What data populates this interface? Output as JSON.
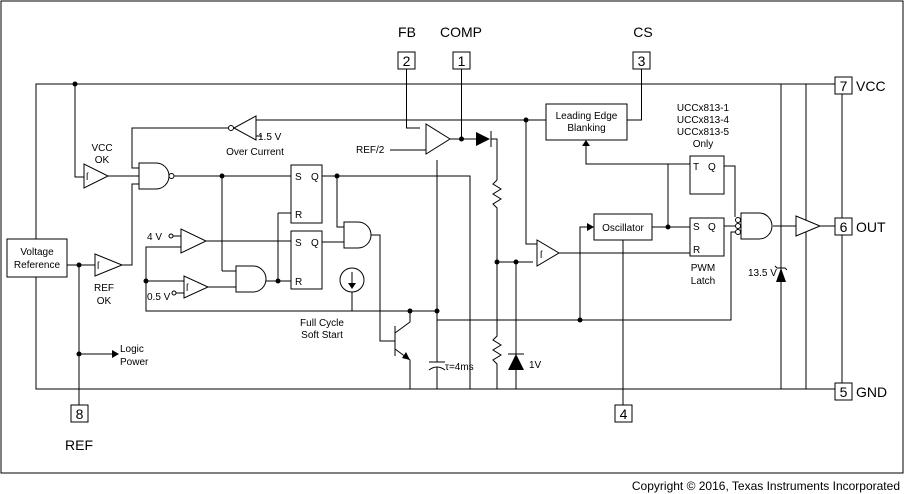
{
  "pins": {
    "fb": {
      "label": "FB",
      "num": "2"
    },
    "comp": {
      "label": "COMP",
      "num": "1"
    },
    "cs": {
      "label": "CS",
      "num": "3"
    },
    "vcc": {
      "label": "VCC",
      "num": "7"
    },
    "out": {
      "label": "OUT",
      "num": "6"
    },
    "gnd": {
      "label": "GND",
      "num": "5"
    },
    "ref": {
      "label": "REF",
      "num": "8"
    }
  },
  "blocks": {
    "voltage_reference": [
      "Voltage",
      "Reference"
    ],
    "leading_edge": [
      "Leading Edge",
      "Blanking"
    ],
    "oscillator": "Oscillator",
    "pwm_latch": [
      "PWM",
      "Latch"
    ],
    "soft_start": [
      "Full Cycle",
      "Soft Start"
    ]
  },
  "labels": {
    "vcc_ok": [
      "VCC",
      "OK"
    ],
    "ref_ok": [
      "REF",
      "OK"
    ],
    "over_current": "Over Current",
    "oc_threshold": "1.5 V",
    "ref_half": "REF/2",
    "v4": "4 V",
    "v05": "0.5 V",
    "logic_power": [
      "Logic",
      "Power"
    ],
    "tau": "τ=4ms",
    "zener_1v": "1V",
    "zener_135": "13.5 V",
    "only_note": [
      "UCCx813-1",
      "UCCx813-4",
      "UCCx813-5",
      "Only"
    ],
    "ff_s": "S",
    "ff_q": "Q",
    "ff_r": "R",
    "ff_t": "T"
  },
  "footer": {
    "copyright": "Copyright © 2016, Texas Instruments Incorporated"
  }
}
